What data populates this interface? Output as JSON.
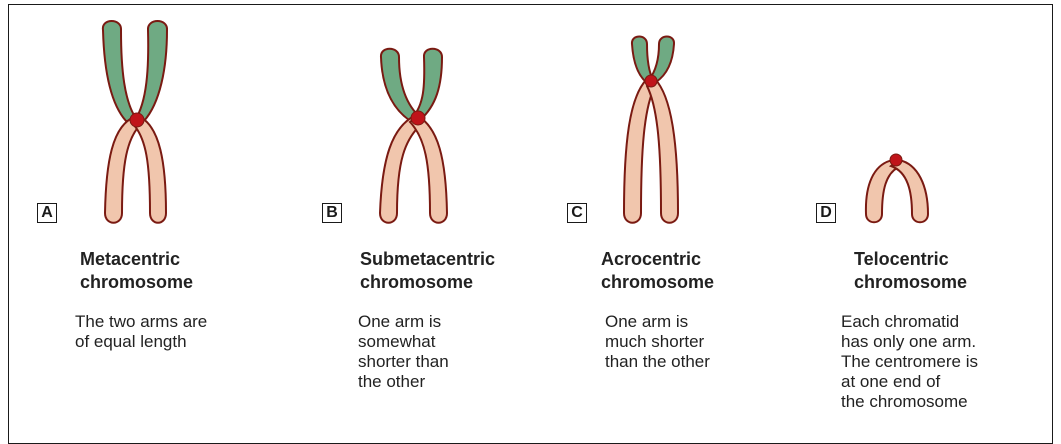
{
  "panels": [
    {
      "label": "A",
      "title": "Metacentric\nchromosome",
      "description": "The two arms are\nof equal length"
    },
    {
      "label": "B",
      "title": "Submetacentric\nchromosome",
      "description": "One arm is\nsomewhat\nshorter than\nthe other"
    },
    {
      "label": "C",
      "title": "Acrocentric\nchromosome",
      "description": "One arm is\nmuch shorter\nthan the other"
    },
    {
      "label": "D",
      "title": "Telocentric\nchromosome",
      "description": "Each chromatid\nhas only one arm.\nThe centromere is\nat one end of\nthe chromosome"
    }
  ],
  "colors": {
    "short_arm": "#6faa83",
    "long_arm": "#f1c6ad",
    "centromere": "#c0141a",
    "outline": "#7a1a12"
  }
}
